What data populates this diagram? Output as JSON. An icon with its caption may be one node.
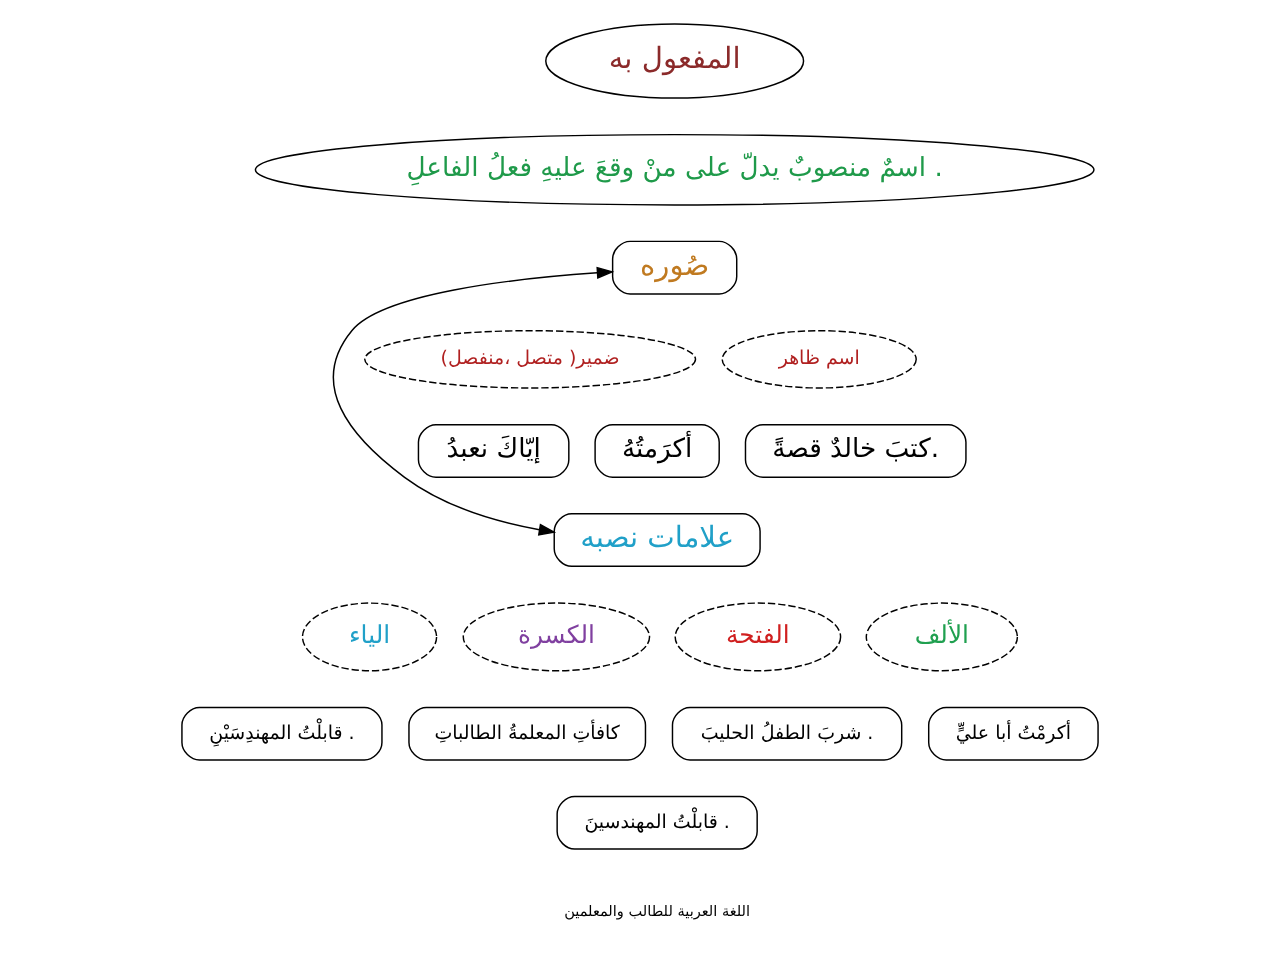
{
  "diagram": {
    "nodes": [
      {
        "text": [
          "المفعول به"
        ]
      },
      {
        "text": [
          "اسمٌ منصوبٌ يدلّ على منْ وقعَ عليهِ فعلُ الفاعلِ ."
        ]
      },
      {
        "text": [
          "صُوره"
        ]
      },
      {
        "text": [
          "ضمير( متصل ،منفصل)"
        ]
      },
      {
        "text": [
          "اسم ظاهر"
        ]
      },
      {
        "text": [
          "إيّاكَ نعبدُ"
        ]
      },
      {
        "text": [
          "أكرَمتُهُ"
        ]
      },
      {
        "text": [
          "كتبَ خالدٌ قصةً."
        ]
      },
      {
        "text": [
          "علامات نصبه"
        ]
      },
      {
        "text": [
          "الياء"
        ]
      },
      {
        "text": [
          "الكسرة"
        ]
      },
      {
        "text": [
          "الفتحة"
        ]
      },
      {
        "text": [
          "الألف"
        ]
      },
      {
        "text": [
          "قابلْتُ المهندِسَيْنِ ."
        ]
      },
      {
        "text": [
          "كافأتِ المعلمةُ الطالباتِ"
        ]
      },
      {
        "text": [
          "شربَ الطفلُ الحليبَ ."
        ]
      },
      {
        "text": [
          "أكرمْتُ أبا عليٍّ"
        ]
      },
      {
        "text": [
          "قابلْتُ المهندسينَ ."
        ]
      }
    ],
    "edges": [
      {
        "from": 2,
        "to": 8,
        "arrow": "both"
      }
    ],
    "labels": [
      "اللغة العربية للطالب والمعلمين"
    ]
  }
}
